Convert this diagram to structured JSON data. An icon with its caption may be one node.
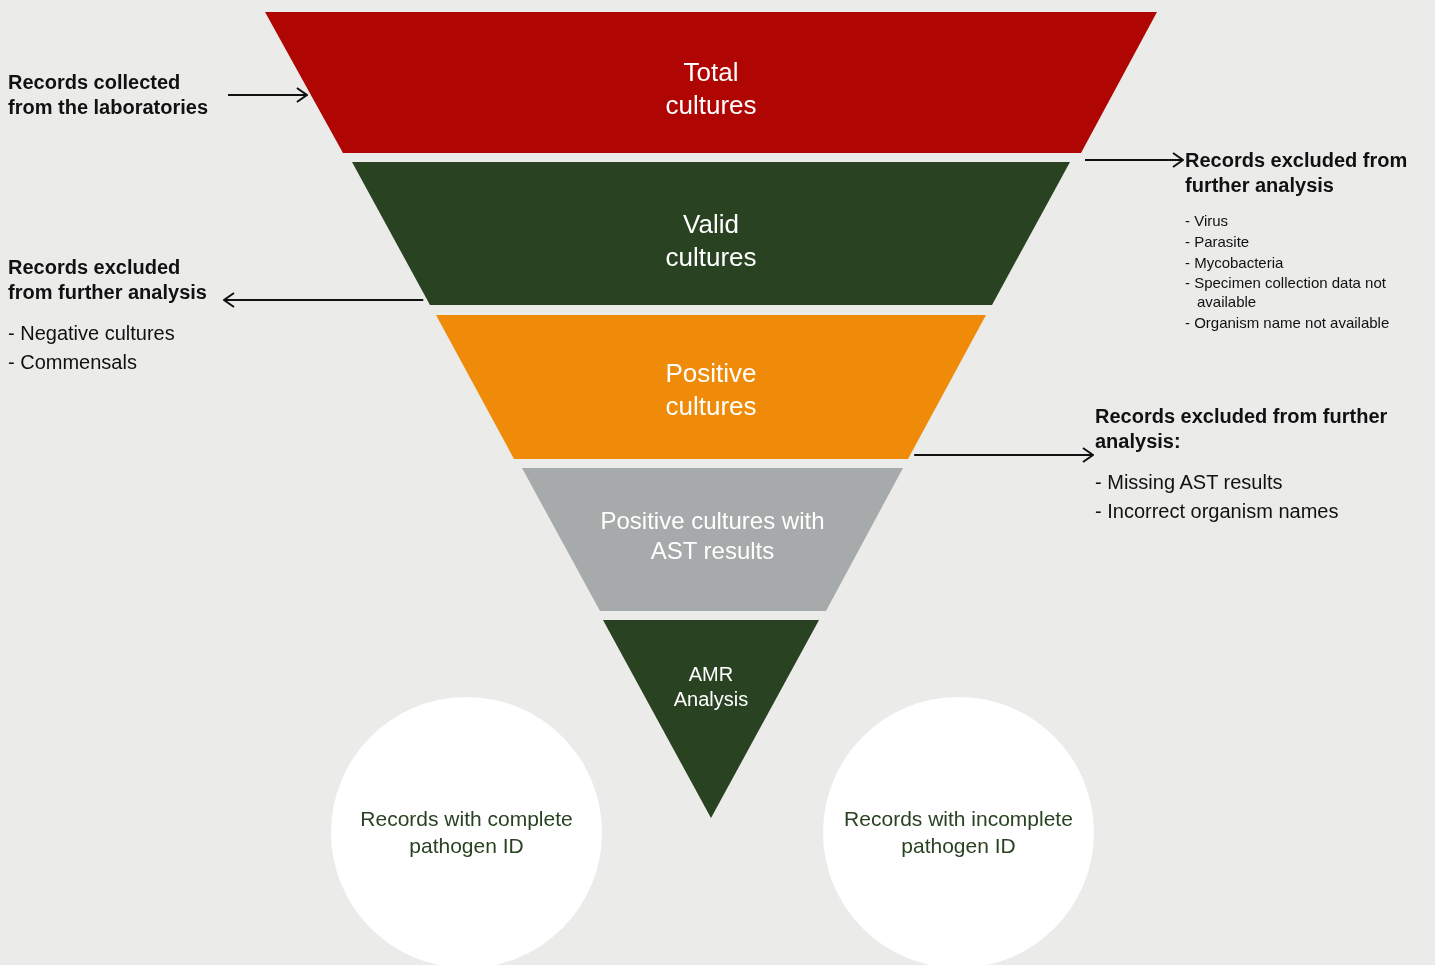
{
  "diagram": {
    "nodes": [
      {
        "text": [
          "Records collected from the laboratories"
        ]
      },
      {
        "text": [
          "Total cultures"
        ]
      },
      {
        "text": [
          "Records excluded from further analysis",
          "- Virus",
          "- Parasite",
          "- Mycobacteria",
          "- Specimen collection data not available",
          "- Organism name not available"
        ]
      },
      {
        "text": [
          "Valid cultures"
        ]
      },
      {
        "text": [
          "Records excluded from further analysis",
          "- Negative cultures",
          "- Commensals"
        ]
      },
      {
        "text": [
          "Positive cultures"
        ]
      },
      {
        "text": [
          "Positive cultures with AST results"
        ]
      },
      {
        "text": [
          "Records excluded from further analysis:",
          "- Missing AST results",
          "- Incorrect organism names"
        ]
      },
      {
        "text": [
          "AMR Analysis"
        ]
      },
      {
        "text": [
          "Records with complete pathogen ID"
        ]
      },
      {
        "text": [
          "Records with incomplete pathogen ID"
        ]
      }
    ],
    "edges": [
      {
        "from": 0,
        "to": 1,
        "arrow": "to"
      },
      {
        "from": 1,
        "to": 2,
        "arrow": "to"
      },
      {
        "from": 3,
        "to": 4,
        "arrow": "to"
      },
      {
        "from": 5,
        "to": 7,
        "arrow": "to"
      }
    ]
  }
}
